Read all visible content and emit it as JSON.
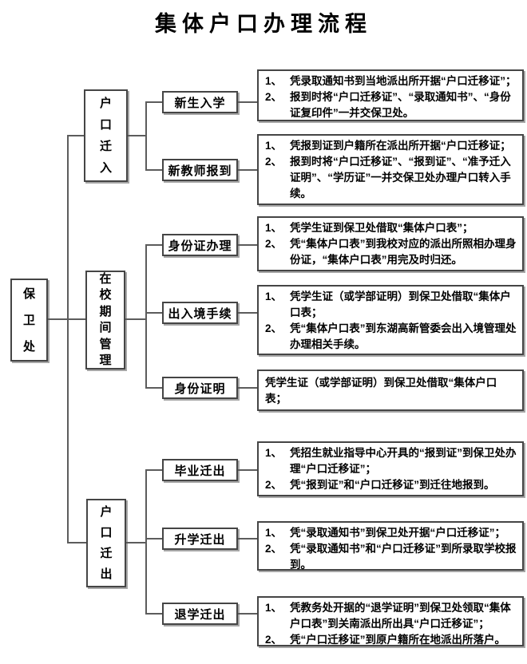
{
  "title": "集体户口办理流程",
  "root": {
    "label": "保卫处"
  },
  "branches": [
    {
      "label": "户口迁入"
    },
    {
      "label": "在校期间管理"
    },
    {
      "label": "户口迁出"
    }
  ],
  "nodes": [
    {
      "label": "新生入学",
      "items": [
        {
          "num": "1、",
          "text": "凭录取通知书到当地派出所开据“户口迁移证”；"
        },
        {
          "num": "2、",
          "text": "报到时将“户口迁移证”、“录取通知书”、“身份证复印件”一并交保卫处。"
        }
      ]
    },
    {
      "label": "新教师报到",
      "items": [
        {
          "num": "1、",
          "text": "凭报到证到户籍所在派出所开据“户口迁移证；"
        },
        {
          "num": "2、",
          "text": "报到时将“户口迁移证”、“报到证”、“准予迁入证明”、“学历证”一并交保卫处办理户口转入手续。"
        }
      ]
    },
    {
      "label": "身份证办理",
      "items": [
        {
          "num": "1、",
          "text": "凭学生证到保卫处借取“集体户口表”；"
        },
        {
          "num": "2、",
          "text": "凭“集体户口表”到我校对应的派出所照相办理身份证，“集体户口表”用完及时归还。"
        }
      ]
    },
    {
      "label": "出入境手续",
      "items": [
        {
          "num": "1、",
          "text": "凭学生证（或学部证明）到保卫处借取“集体户口表；"
        },
        {
          "num": "2、",
          "text": "凭“集体户口表”到东湖高新管委会出入境管理处办理相关手续。"
        }
      ]
    },
    {
      "label": "身份证明",
      "single": "凭学生证（或学部证明）到保卫处借取“集体户口表；"
    },
    {
      "label": "毕业迁出",
      "items": [
        {
          "num": "1、",
          "text": "凭招生就业指导中心开具的“报到证”到保卫处办理“户口迁移证”；"
        },
        {
          "num": "2、",
          "text": "凭“报到证”和“户口迁移证”到迁往地报到。"
        }
      ]
    },
    {
      "label": "升学迁出",
      "items": [
        {
          "num": "1、",
          "text": "凭“录取通知书”到保卫处开据“户口迁移证”；"
        },
        {
          "num": "2、",
          "text": "凭“录取通知书”和“户口迁移证”到所录取学校报到。"
        }
      ]
    },
    {
      "label": "退学迁出",
      "items": [
        {
          "num": "1、",
          "text": "凭教务处开据的“退学证明”到保卫处领取“集体户口表”到关南派出所出具“户口迁移证”；"
        },
        {
          "num": "2、",
          "text": "凭“户口迁移证”到原户籍所在地派出所落户。"
        }
      ]
    }
  ],
  "colors": {
    "line": "#5c5c5c",
    "box_border": "#454545",
    "box_shadow": "#a6a6a6",
    "text": "#000000",
    "background": "#ffffff"
  }
}
